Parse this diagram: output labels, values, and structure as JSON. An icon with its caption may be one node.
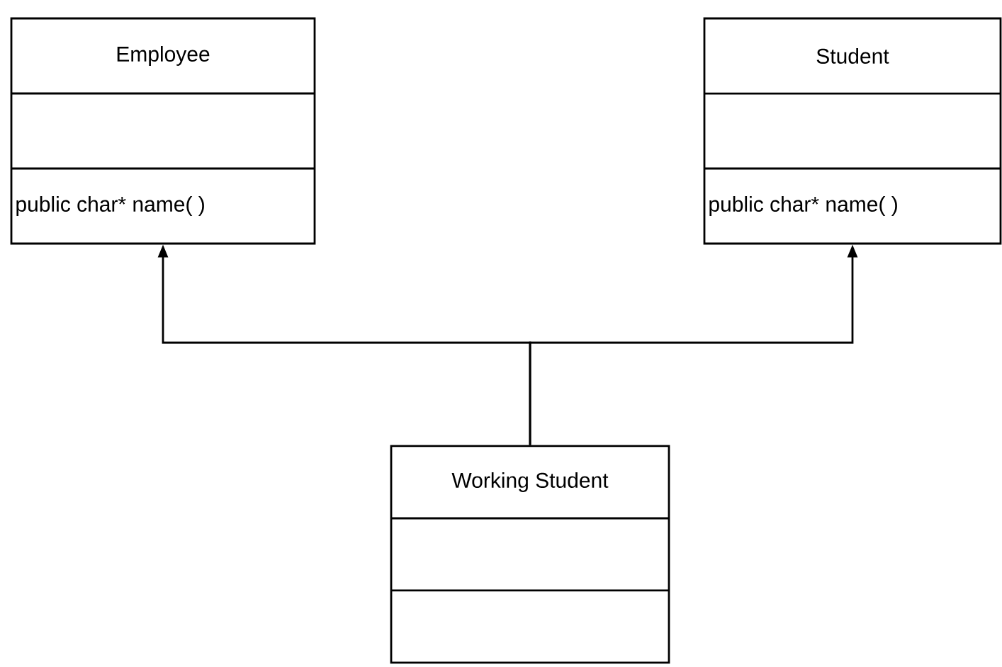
{
  "diagram": {
    "nodes": [
      {
        "text": [
          "Employee",
          "public char* name( )"
        ]
      },
      {
        "text": [
          "Student",
          "public char* name( )"
        ]
      },
      {
        "text": [
          "Working Student"
        ]
      }
    ],
    "edges": [
      {
        "from": 2,
        "to": 0,
        "arrow": "to"
      },
      {
        "from": 2,
        "to": 1,
        "arrow": "to"
      }
    ]
  }
}
